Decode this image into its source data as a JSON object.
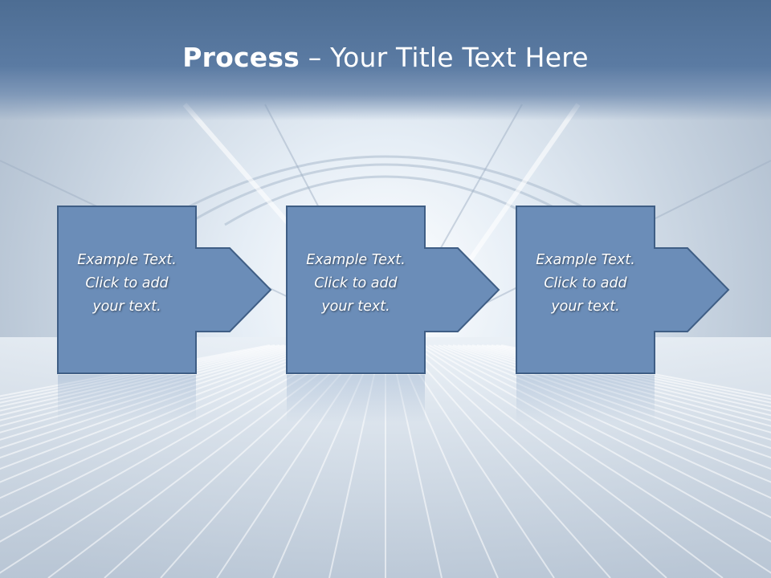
{
  "slide": {
    "title_bold": "Process",
    "title_rest": " – Your Title Text Here"
  },
  "steps": [
    {
      "lines": [
        "Example Text.",
        "Click  to add",
        "your text."
      ]
    },
    {
      "lines": [
        "Example Text.",
        "Click  to add",
        "your text."
      ]
    },
    {
      "lines": [
        "Example Text.",
        "Click  to add",
        "your text."
      ]
    }
  ],
  "colors": {
    "title_bar": "#5a7aa2",
    "shape_fill": "#6b8db8",
    "shape_stroke": "#3f5e85",
    "text": "#ffffff"
  }
}
